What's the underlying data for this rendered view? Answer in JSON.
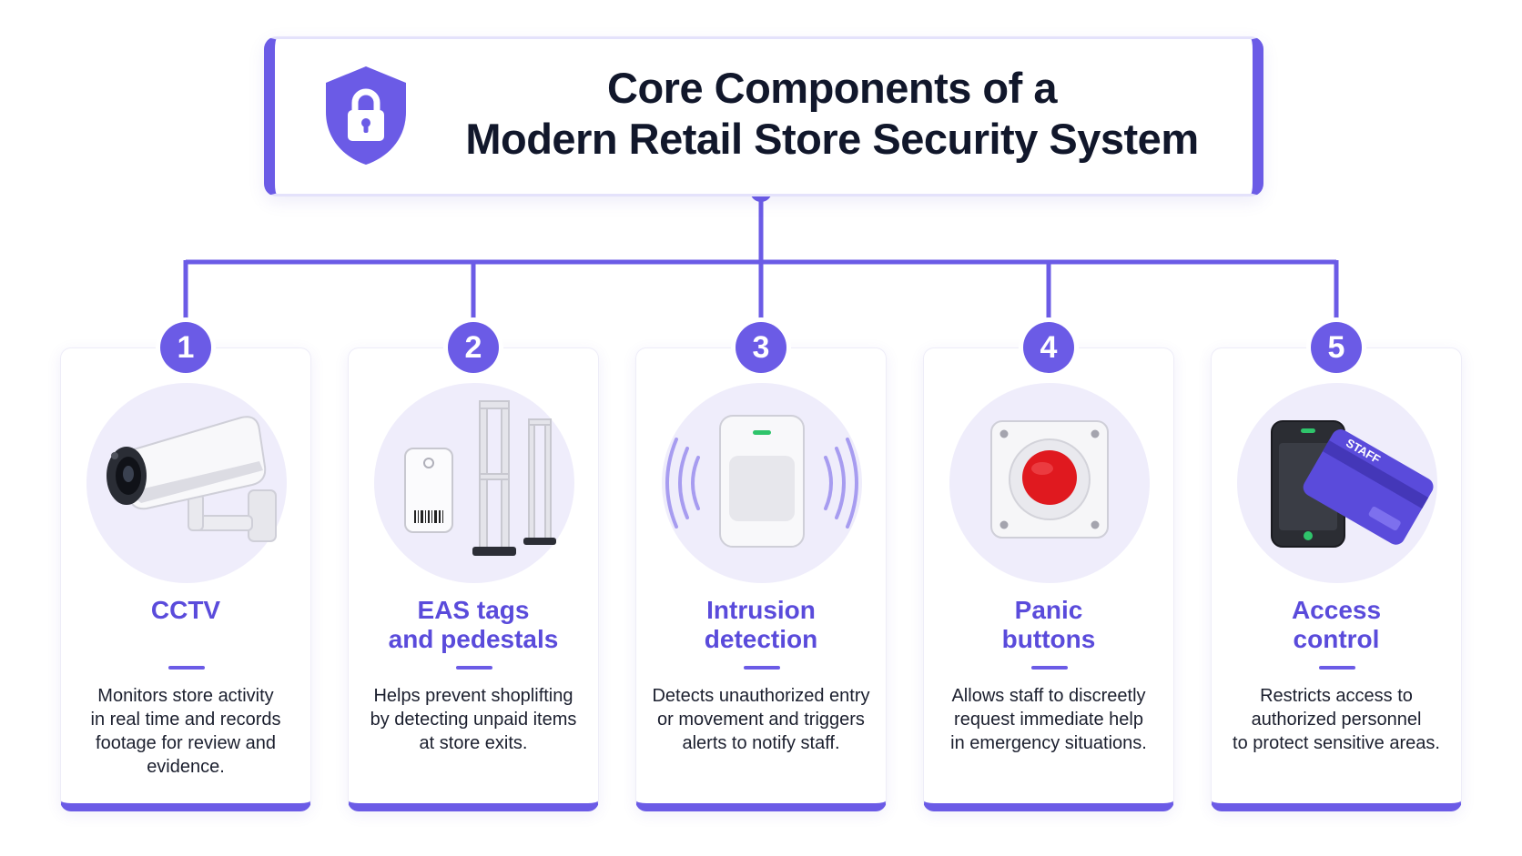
{
  "header": {
    "title_line1": "Core Components of a",
    "title_line2": "Modern Retail Store Security System"
  },
  "components": [
    {
      "number": "1",
      "title": "CCTV",
      "description": "Monitors store activity\nin real time and records\nfootage for review and\nevidence."
    },
    {
      "number": "2",
      "title": "EAS tags\nand pedestals",
      "description": "Helps prevent shoplifting\nby detecting unpaid items\nat store exits."
    },
    {
      "number": "3",
      "title": "Intrusion\ndetection",
      "description": "Detects unauthorized entry\nor movement and triggers\nalerts to notify staff."
    },
    {
      "number": "4",
      "title": "Panic\nbuttons",
      "description": "Allows staff to discreetly\nrequest immediate help\nin emergency situations."
    },
    {
      "number": "5",
      "title": "Access\ncontrol",
      "description": "Restricts access to\nauthorized personnel\nto protect sensitive areas."
    }
  ],
  "illustrations": {
    "tag_label": "STAFF"
  },
  "icons": [
    "shield-lock-icon",
    "cctv-camera-icon",
    "eas-tag-pedestal-icon",
    "motion-sensor-icon",
    "panic-button-icon",
    "access-card-icon"
  ],
  "colors": {
    "accent": "#6b5be6",
    "title_text": "#11172b",
    "card_title": "#5a4bdb",
    "icon_bg": "#efedfb",
    "panic_red": "#e0191f"
  }
}
